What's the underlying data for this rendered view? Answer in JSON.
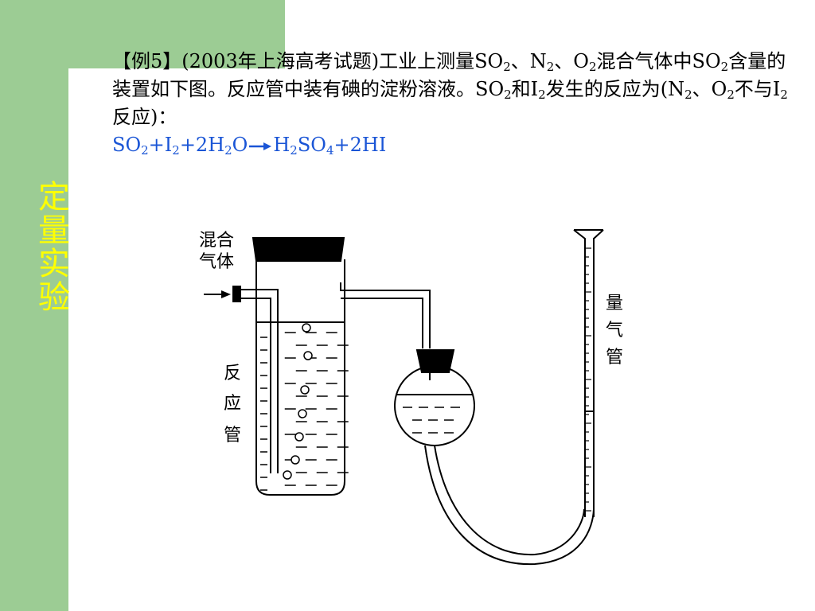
{
  "sidebar": {
    "title": "定量实验"
  },
  "problem": {
    "p1": "【例5】(2003年上海高考试题)工业上测量SO",
    "s1": "2",
    "p2": "、N",
    "s2": "2",
    "p3": "、O",
    "s3": "2",
    "p4": "混合气体中SO",
    "s4": "2",
    "p5": "含量的装置如下图。反应管中装有碘的淀粉溶液。SO",
    "s5": "2",
    "p6": "和I",
    "s6": "2",
    "p7": "发生的反应为(N",
    "s7": "2",
    "p8": "、O",
    "s8": "2",
    "p9": "不与I",
    "s9": "2",
    "p10": "反应)："
  },
  "equation": {
    "e1": "SO",
    "es1": "2",
    "e2": "+I",
    "es2": "2",
    "e3": "+2H",
    "es3": "2",
    "e4": "O",
    "e5": "H",
    "es5": "2",
    "e6": "SO",
    "es6": "4",
    "e7": "+2HI"
  },
  "diagram": {
    "gas_label_line1": "混合",
    "gas_label_line2": "气体",
    "reaction_tube_label": [
      "反",
      "应",
      "管"
    ],
    "gas_burette_label": [
      "量",
      "气",
      "管"
    ]
  },
  "colors": {
    "sidebar": "#9ccc94",
    "title": "#ffff00",
    "equation": "#1a55d6"
  }
}
